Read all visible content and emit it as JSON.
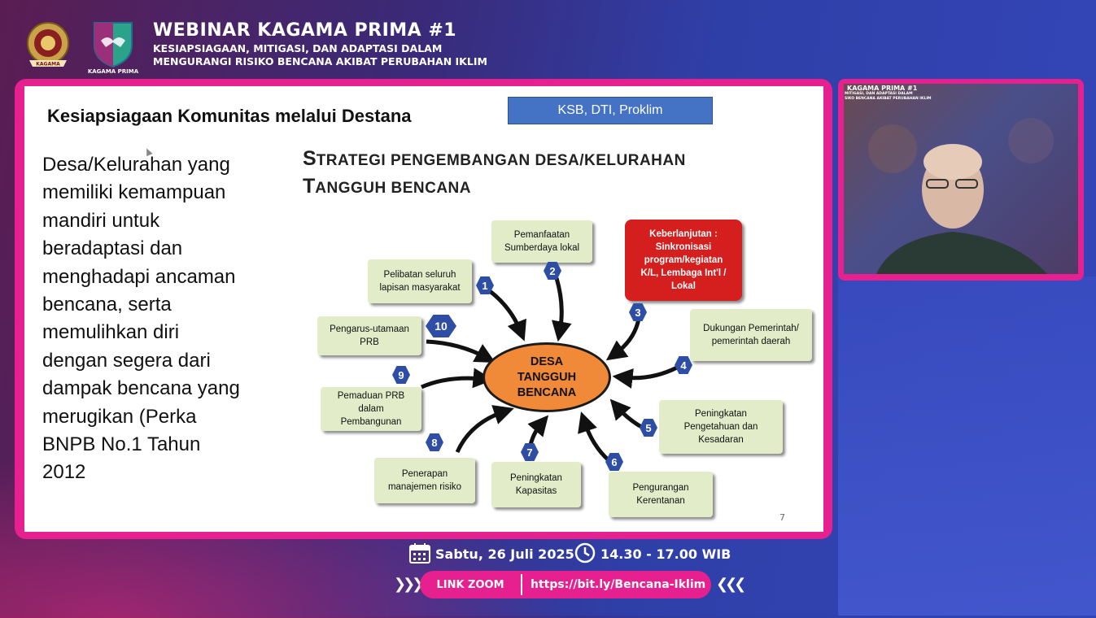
{
  "header": {
    "title": "WEBINAR KAGAMA PRIMA #1",
    "subtitle_line1": "KESIAPSIAGAAN, MITIGASI, DAN ADAPTASI DALAM",
    "subtitle_line2": "MENGURANGI RISIKO BENCANA AKIBAT PERUBAHAN IKLIM",
    "logo1_text": "KAGAMA",
    "logo2_text": "KAGAMA PRIMA"
  },
  "slide": {
    "heading": "Kesiapsiagaan  Komunitas melalui Destana",
    "tag": "KSB, DTI, Proklim",
    "body_lines": [
      "Desa/Kelurahan yang",
      "memiliki kemampuan",
      "mandiri untuk",
      "beradaptasi dan",
      "menghadapi ancaman",
      "bencana, serta",
      "memulihkan diri",
      "dengan segera dari",
      "dampak bencana yang",
      "merugikan (Perka",
      "BNPB No.1 Tahun",
      "2012"
    ],
    "strategy_title": {
      "line1_big": "S",
      "line1_rest": "TRATEGI PENGEMBANGAN DESA/KELURAHAN",
      "line2_big": "T",
      "line2_rest": "ANGGUH BENCANA"
    },
    "center": [
      "DESA",
      "TANGGUH",
      "BENCANA"
    ],
    "strategies": [
      {
        "num": "1",
        "label": [
          "Pelibatan seluruh",
          "lapisan masyarakat"
        ]
      },
      {
        "num": "2",
        "label": [
          "Pemanfaatan",
          "Sumberdaya lokal"
        ]
      },
      {
        "num": "3",
        "label": [
          "Keberlanjutan :",
          "Sinkronisasi",
          "program/kegiatan",
          "K/L, Lembaga Int'l /",
          "Lokal"
        ]
      },
      {
        "num": "4",
        "label": [
          "Dukungan Pemerintah/",
          "pemerintah daerah"
        ]
      },
      {
        "num": "5",
        "label": [
          "Peningkatan",
          "Pengetahuan dan",
          "Kesadaran"
        ]
      },
      {
        "num": "6",
        "label": [
          "Pengurangan",
          "Kerentanan"
        ]
      },
      {
        "num": "7",
        "label": [
          "Peningkatan",
          "Kapasitas"
        ]
      },
      {
        "num": "8",
        "label": [
          "Penerapan",
          "manajemen risiko"
        ]
      },
      {
        "num": "9",
        "label": [
          "Pemaduan PRB",
          "dalam",
          "Pembangunan"
        ]
      },
      {
        "num": "10",
        "label": [
          "Pengarus-utamaan",
          "PRB"
        ]
      }
    ],
    "page_number": "7",
    "accent_red": "#d51f1f",
    "box_color": "#e2ecc9",
    "center_color": "#f08a38"
  },
  "video": {
    "title": "KAGAMA PRIMA #1",
    "sub1": "MITIGASI, DAN ADAPTASI DALAM",
    "sub2": "SIKO BENCANA AKIBAT PERUBAHAN IKLIM"
  },
  "footer": {
    "date": "Sabtu, 26 Juli 2025",
    "time": "14.30 - 17.00 WIB",
    "link_label": "LINK ZOOM",
    "link_url": "https://bit.ly/Bencana-Iklim",
    "accent": "#e6208f"
  }
}
